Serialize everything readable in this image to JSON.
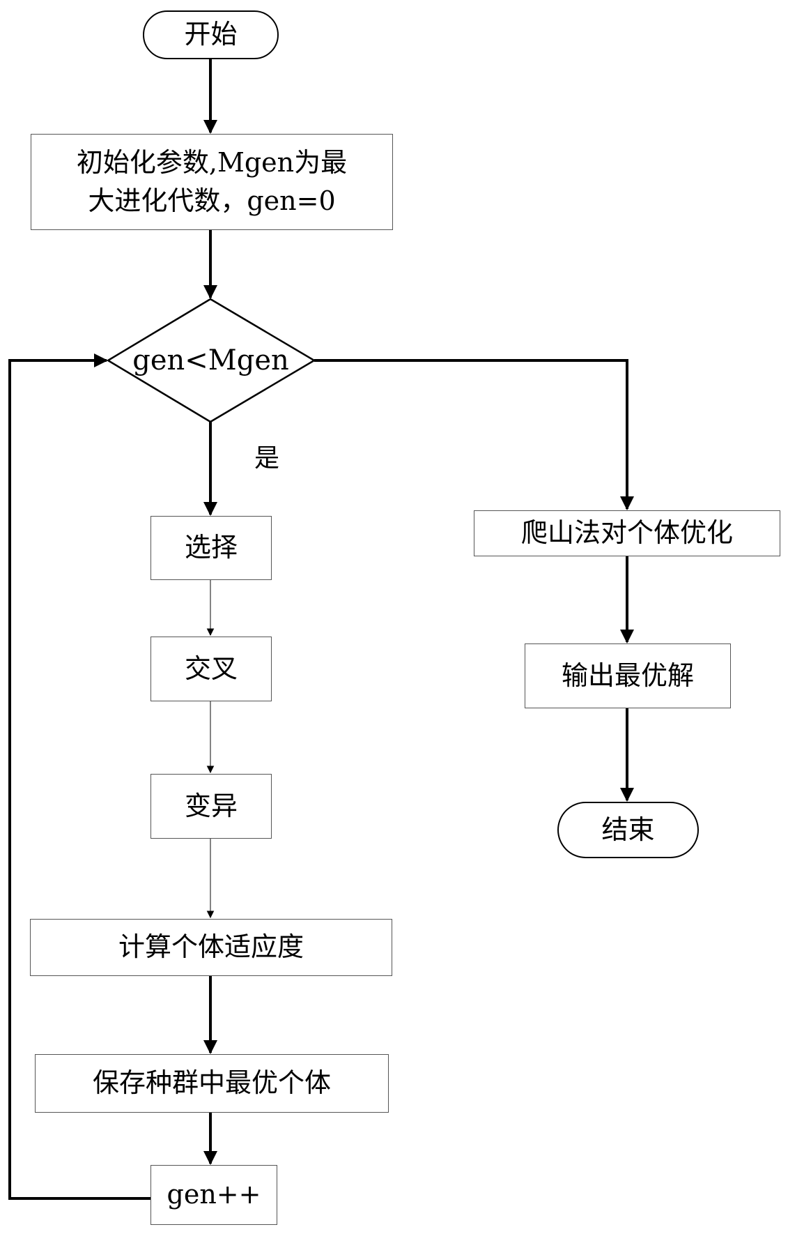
{
  "flowchart": {
    "start": "开始",
    "init_line1": "初始化参数,Mgen为最",
    "init_line2": "大进化代数，gen=0",
    "condition": "gen<Mgen",
    "yes_label": "是",
    "selection": "选择",
    "crossover": "交叉",
    "mutation": "变异",
    "fitness": "计算个体适应度",
    "save_best": "保存种群中最优个体",
    "increment": "gen++",
    "hill_climb": "爬山法对个体优化",
    "output": "输出最优解",
    "end": "结束"
  },
  "colors": {
    "stroke": "#000000",
    "box_border": "#555555",
    "thin_arrow": "#777777"
  }
}
